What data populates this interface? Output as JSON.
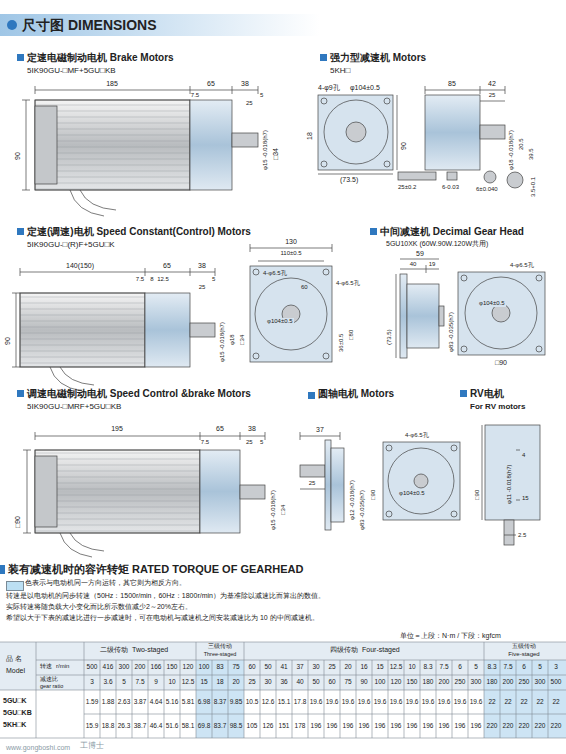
{
  "diagram": {
    "title": "尺寸图 DIMENSIONS",
    "labels": [
      "定速电磁制动电机 Brake Motors",
      "5IK90GU-□MF+5GU□KB",
      "185",
      "65",
      "38",
      "7.5",
      "5",
      "25",
      "φ15 -0.018(h7)",
      "□34",
      "90",
      "强力型减速机 Motors",
      "5KH□",
      "4-φ9孔",
      "φ104±0.5",
      "18",
      "90",
      "(73.5)",
      "85",
      "42",
      "25",
      "φ18 -0.018(h7)",
      "20.5",
      "39.5",
      "25±0.2",
      "6-0.03",
      "6±0.040",
      "3.5+0.1",
      "定速(调速)电机 Speed Constant(Control) Motors",
      "5IK90GU-□(R)F+5GU□K",
      "140(150)",
      "65",
      "38",
      "7.5",
      "8",
      "12.5",
      "25",
      "5",
      "φ15 -0.018(h7)",
      "φ18",
      "□34",
      "90",
      "130",
      "110±0.5",
      "4-φ6.5孔",
      "60",
      "φ104±0.5",
      "4-φ6.5孔",
      "36±0.5",
      "□80",
      "中间减速机 Decimal Gear Head",
      "5GU10XK (60W.90W.120W共用)",
      "59",
      "40",
      "19",
      "(73.5)",
      "4-φ6.5孔",
      "φ104±0.5",
      "φ83 -0.035(h7)",
      "□90",
      "调速电磁制动电机 Speed Control &brake Motors",
      "5IK90GU-□MRF+5GU□KB",
      "195",
      "65",
      "38",
      "7.5",
      "5",
      "25",
      "φ15 -0.018(h7)",
      "□34",
      "□90",
      "圆轴电机 Motors",
      "37",
      "25",
      "φ12 -0.018(h7)",
      "φ83 -0.035(h7)",
      "□90",
      "4-φ6.5孔",
      "φ104±0.5",
      "RV电机",
      "For RV motors",
      "□90",
      "φ11 -0.018(h7)",
      "4",
      "15",
      "2.5",
      "装有减速机时的容许转矩 RATED TORQUE OF GEARHEAD",
      "转速是以电动机的同步转速（50Hz：1500r/min，60Hz：1800r/min）为基准除以减速比而算出的数值。",
      "实际转速将随负载大小变化而比所示数值减少2～20%左右。",
      "希望以大于下表的减速比进行一步减速时，可在电动机与减速机之间安装减速比为 10 的中间减速机。",
      "单位＝上段：N·m / 下段：kgfcm",
      "品  名",
      "Model",
      "转速",
      "r/min",
      "减速比",
      "gear ratio",
      "二级传动",
      "Two-staged",
      "三级传动",
      "Three-staged",
      "四级传动",
      "Four-staged",
      "五级传动",
      "Five-staged",
      "500",
      "416",
      "300",
      "200",
      "166",
      "150",
      "120",
      "100",
      "83",
      "75",
      "60",
      "50",
      "41",
      "37",
      "30",
      "25",
      "20",
      "16",
      "15",
      "12.5",
      "10",
      "8.3",
      "7.5",
      "6",
      "5",
      "8.3",
      "7.5",
      "6",
      "5",
      "3",
      "3",
      "3.6",
      "5",
      "7.5",
      "9",
      "10",
      "12.5",
      "15",
      "18",
      "20",
      "25",
      "30",
      "36",
      "40",
      "50",
      "60",
      "75",
      "90",
      "100",
      "120",
      "150",
      "180",
      "200",
      "250",
      "300",
      "180",
      "200",
      "250",
      "300",
      "500",
      "5GU□K",
      "5GU□KB",
      "5KH□K",
      "1.59",
      "1.88",
      "2.63",
      "3.87",
      "4.64",
      "5.16",
      "5.81",
      "6.98",
      "8.37",
      "9.85",
      "10.5",
      "12.6",
      "15.1",
      "17.8",
      "19.6",
      "19.6",
      "19.6",
      "19.6",
      "19.6",
      "19.6",
      "19.6",
      "19.6",
      "19.6",
      "19.6",
      "19.6",
      "22",
      "22",
      "22",
      "22",
      "22",
      "15.9",
      "18.8",
      "26.3",
      "38.7",
      "46.4",
      "51.6",
      "58.1",
      "69.8",
      "83.7",
      "98.5",
      "105",
      "126",
      "151",
      "178",
      "196",
      "196",
      "196",
      "196",
      "196",
      "196",
      "196",
      "196",
      "196",
      "196",
      "196",
      "220",
      "220",
      "220",
      "220",
      "220",
      "工博士",
      "www.gongboshi.com"
    ],
    "legend": [
      {
        "text": "色表示与电动机同一方向运转，其它则为相反方向。",
        "color": "#bcdff3"
      }
    ]
  }
}
